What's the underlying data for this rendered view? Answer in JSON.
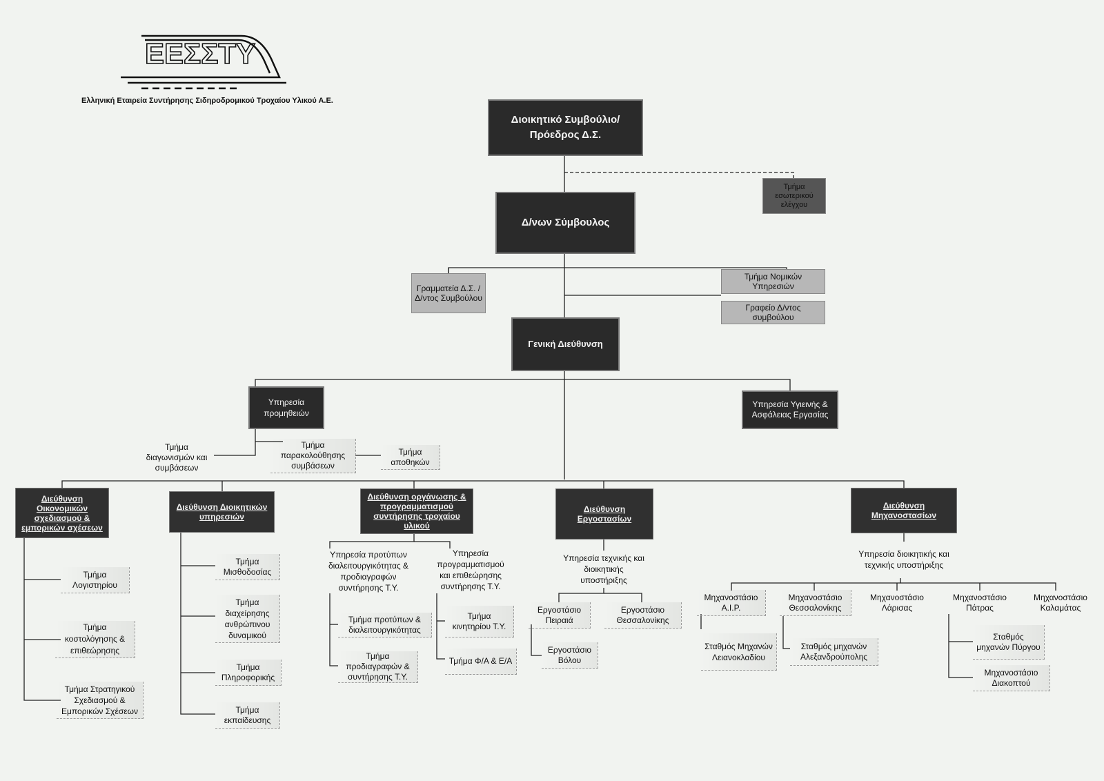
{
  "logo": {
    "mark": "ΕΕΣΣΤΥ",
    "company": "Ελληνική Εταιρεία Συντήρησης Σιδηροδρομικού Τροχαίου Υλικού Α.Ε."
  },
  "top": {
    "board": "Διοικητικό Συμβούλιο/ Πρόεδρος Δ.Σ.",
    "audit": "Τμήμα εσωτερικού ελέγχου",
    "ceo": "Δ/νων Σύμβουλος",
    "secretariat": "Γραμματεία Δ.Σ. / Δ/ντος Συμβούλου",
    "legal": "Τμήμα Νομικών Υπηρεσιών",
    "office": "Γραφείο Δ/ντος συμβούλου",
    "gm": "Γενική Διεύθυνση"
  },
  "procurement": {
    "title": "Υπηρεσία προμηθειών",
    "items": [
      "Τμήμα διαγωνισμών και συμβάσεων",
      "Τμήμα παρακολούθησης συμβάσεων",
      "Τμήμα αποθηκών"
    ]
  },
  "safety": "Υπηρεσία Υγιεινής & Ασφάλειας Εργασίας",
  "directorates": [
    {
      "title": "Διεύθυνση Οικονομικών σχεδιασμού & εμπορικών σχέσεων",
      "items": [
        "Τμήμα Λογιστηρίου",
        "Τμήμα κοστολόγησης & επιθεώρησης",
        "Τμήμα Στρατηγικού Σχεδιασμού & Εμπορικών Σχέσεων"
      ]
    },
    {
      "title": "Διεύθυνση Διοικητικών υπηρεσιών",
      "items": [
        "Τμήμα Μισθοδοσίας",
        "Τμήμα διαχείρησης ανθρώπινου δυναμικού",
        "Τμήμα Πληροφορικής",
        "Τμήμα εκπαίδευσης"
      ]
    },
    {
      "title": "Διεύθυνση οργάνωσης & προγραμματισμού συντήρησης τροχαίου υλικού",
      "left_service": "Υπηρεσία προτύπων διαλειτουργικότητας & προδιαγραφών συντήρησης Τ.Υ.",
      "left_items": [
        "Τμήμα προτύπων & διαλειτουργικότητας",
        "Τμήμα προδιαγραφών & συντήρησης Τ.Υ."
      ],
      "right_service": "Υπηρεσία προγραμματισμού και επιθεώρησης συντήρησης Τ.Υ.",
      "right_items": [
        "Τμήμα κινητηρίου Τ.Υ.",
        "Τμήμα Φ/Α & Ε/Α"
      ]
    },
    {
      "title": "Διεύθυνση Εργοστασίων",
      "service": "Υπηρεσία τεχνικής και διοικητικής υποστήριξης",
      "items": [
        "Εργοστάσιο Πειραιά",
        "Εργοστάσιο Θεσσαλονίκης",
        "Εργοστάσιο Βόλου"
      ]
    },
    {
      "title": "Διεύθυνση Μηχανοστασίων",
      "service": "Υπηρεσία διοικητικής και τεχνικής υποστήριξης",
      "depots": [
        "Μηχανοστάσιο Α.Ι.Ρ.",
        "Μηχανοστάσιο Θεσσαλονίκης",
        "Μηχανοστάσιο Λάρισας",
        "Μηχανοστάσιο Πάτρας",
        "Μηχανοστάσιο Καλαμάτας"
      ],
      "stations": [
        "Σταθμός Μηχανών Λειανοκλαδίου",
        "Σταθμός μηχανών Αλεξανδρούπολης",
        "Σταθμός μηχανών Πύργου",
        "Μηχανοστάσιο Διακοπτού"
      ]
    }
  ]
}
